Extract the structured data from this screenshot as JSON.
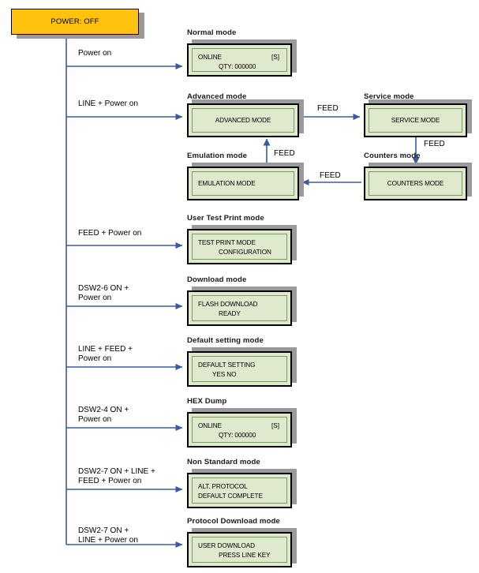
{
  "start": {
    "label": "POWER: OFF",
    "color": "#ffc20e"
  },
  "colors": {
    "wire": "#3b5ba5",
    "lcd_fill": "#dfe9cd",
    "lcd_border": "#000000",
    "shadow": "#9a9a9a",
    "start_fill": "#ffc20e"
  },
  "feed_label": "FEED",
  "modes": [
    {
      "caption": "Normal mode",
      "trigger": [
        "Power on"
      ],
      "screen": [
        {
          "text": "ONLINE",
          "right": "[S]"
        },
        {
          "text": "QTY: 000000",
          "indent": true
        }
      ]
    },
    {
      "caption": "Advanced mode",
      "trigger": [
        "LINE + Power on"
      ],
      "screen": [
        {
          "text": "ADVANCED MODE",
          "center": true
        }
      ]
    },
    {
      "caption": "Service mode",
      "trigger": [],
      "screen": [
        {
          "text": "SERVICE MODE",
          "center": true
        }
      ]
    },
    {
      "caption": "Counters mode",
      "trigger": [],
      "screen": [
        {
          "text": "COUNTERS MODE",
          "center": true
        }
      ]
    },
    {
      "caption": "Emulation mode",
      "trigger": [],
      "screen": [
        {
          "text": "EMULATION MODE",
          "center": false
        }
      ]
    },
    {
      "caption": "User Test Print mode",
      "trigger": [
        "FEED + Power on"
      ],
      "screen": [
        {
          "text": "TEST PRINT  MODE"
        },
        {
          "text": "CONFIGURATION",
          "indent": true
        }
      ]
    },
    {
      "caption": "Download mode",
      "trigger": [
        "DSW2-6 ON +",
        "Power on"
      ],
      "screen": [
        {
          "text": "FLASH DOWNLOAD"
        },
        {
          "text": "READY",
          "indent": true
        }
      ]
    },
    {
      "caption": "Default setting mode",
      "trigger": [
        "LINE + FEED +",
        "Power on"
      ],
      "screen": [
        {
          "text": "DEFAULT SETTING"
        },
        {
          "text": "YES     NO",
          "indent-sm": true
        }
      ]
    },
    {
      "caption": "HEX Dump",
      "trigger": [
        "DSW2-4 ON +",
        "Power on"
      ],
      "screen": [
        {
          "text": "ONLINE",
          "right": "[S]"
        },
        {
          "text": "QTY: 000000",
          "indent": true
        }
      ]
    },
    {
      "caption": "Non Standard mode",
      "trigger": [
        "DSW2-7 ON + LINE +",
        "FEED + Power on"
      ],
      "screen": [
        {
          "text": "ALT. PROTOCOL"
        },
        {
          "text": "DEFAULT COMPLETE"
        }
      ]
    },
    {
      "caption": "Protocol Download mode",
      "trigger": [
        "DSW2-7 ON +",
        "LINE + Power on"
      ],
      "screen": [
        {
          "text": "USER DOWNLOAD"
        },
        {
          "text": "PRESS LINE KEY",
          "indent": true
        }
      ]
    }
  ]
}
